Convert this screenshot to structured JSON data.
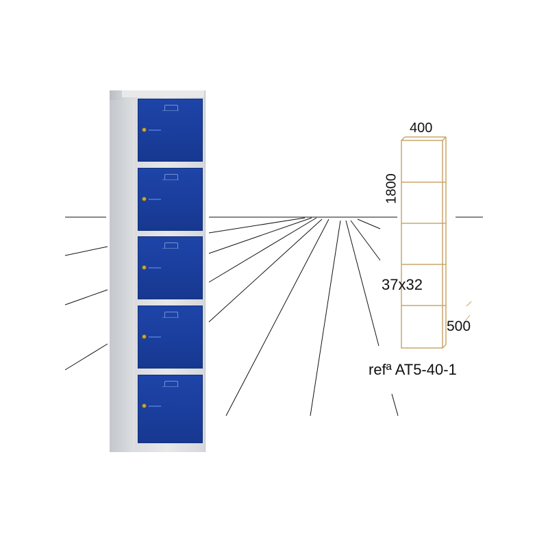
{
  "product": {
    "door_count": 5,
    "door_color": "#1b3f9f",
    "frame_color": "#d7d9dc"
  },
  "diagram": {
    "width_label": "400",
    "height_label": "1800",
    "compartment_label": "37x32",
    "depth_label": "500",
    "reference_label": "refª AT5-40-1",
    "outline_color": "#c8a56a"
  }
}
